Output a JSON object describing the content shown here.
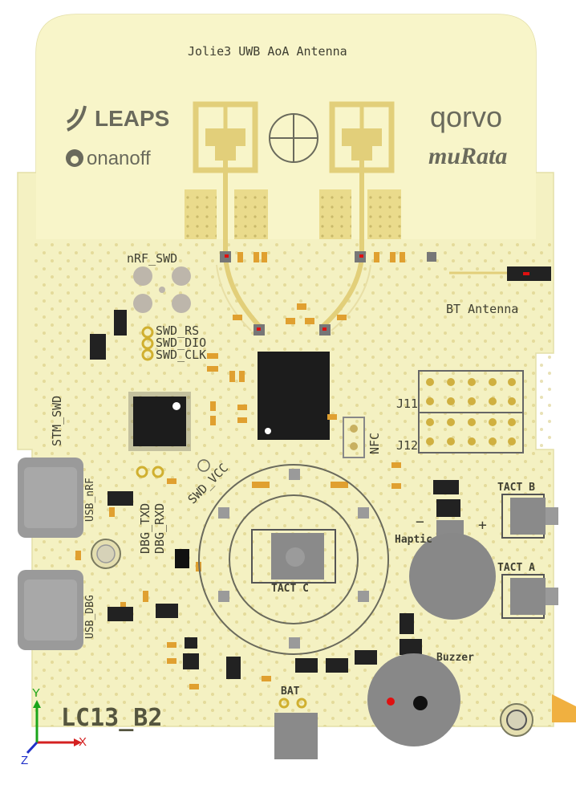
{
  "board": {
    "title": "Jolie3 UWB AoA Antenna",
    "name": "LC13_B2",
    "brands": {
      "leaps": "LEAPS",
      "onanoff": "onanoff",
      "qorvo": "qorvo",
      "murata": "muRata"
    },
    "labels": {
      "nrf_swd": "nRF_SWD",
      "bt_antenna": "BT Antenna",
      "swd_rs": "SWD_RS",
      "swd_dio": "SWD_DIO",
      "swd_clk": "SWD_CLK",
      "stm_swd": "STM_SWD",
      "j11": "J11",
      "j12": "J12",
      "nfc": "NFC",
      "usb_nrf": "USB_nRF",
      "usb_dbg": "USB_DBG",
      "dbg_txd": "DBG_TXD",
      "dbg_rxd": "DBG_RXD",
      "swd_vcc": "SWD_VCC",
      "tact_b": "TACT B",
      "tact_a": "TACT A",
      "tact_c": "TACT C",
      "haptic": "Haptic",
      "minus": "−",
      "plus": "+",
      "buzzer": "Buzzer",
      "bat": "BAT"
    },
    "axes": {
      "y": "Y",
      "x": "X",
      "z": "Z"
    },
    "colors": {
      "board": "#f4f1c2",
      "board_edge": "#e6e2ad",
      "antenna_pad": "#e9d98a",
      "via_pad": "#d8cd86",
      "chip": "#1c1c1c",
      "connector": "#8f8f8f",
      "silkscreen": "#3f3f32",
      "axis_x": "#d42020",
      "axis_y": "#1aa51a",
      "axis_z": "#2030c8"
    }
  }
}
